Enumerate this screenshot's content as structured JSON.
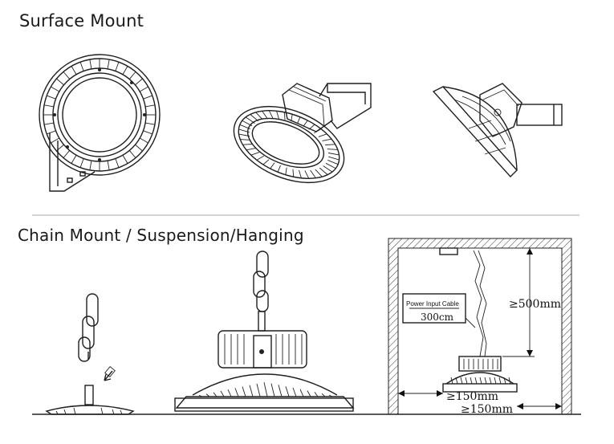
{
  "sections": {
    "surface_title": "Surface Mount",
    "chain_title": "Chain Mount / Suspension/Hanging"
  },
  "diagram": {
    "cable_label": "Power Input Cable",
    "cable_length": "300cm",
    "clearance_top": "≥500mm",
    "clearance_side_1": "≥150mm",
    "clearance_side_2": "≥150mm"
  }
}
